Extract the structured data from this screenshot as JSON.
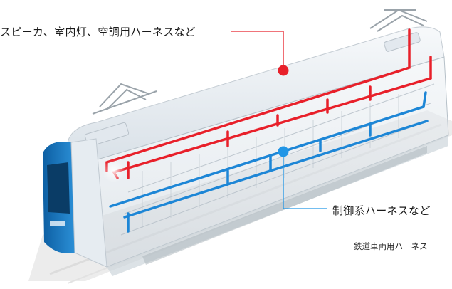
{
  "labels": {
    "top": "スピーカ、室内灯、空調用ハーネスなど",
    "right": "制御系ハーネスなど",
    "caption": "鉄道車両用ハーネス"
  },
  "colors": {
    "upper_harness": "#e8202a",
    "lower_harness": "#1d86d6",
    "car_body_accent": "#1872b8",
    "leader_red": "#e8202a",
    "leader_blue": "#2196e6"
  },
  "illustration": "railway-car-cutaway"
}
